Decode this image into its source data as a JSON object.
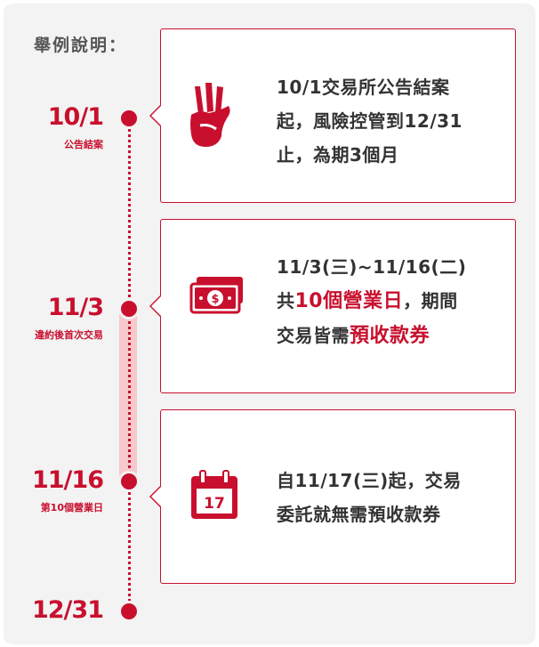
{
  "header": "舉例說明：",
  "timeline": [
    {
      "date": "10/1",
      "label": "公告結案"
    },
    {
      "date": "11/3",
      "label": "違約後首次交易"
    },
    {
      "date": "11/16",
      "label": "第10個營業日"
    },
    {
      "date": "12/31",
      "label": ""
    }
  ],
  "cards": {
    "c1": {
      "lines": [
        "10/1交易所公告結案",
        "起，風險控管到12/31",
        "止，為期",
        "3個月"
      ]
    },
    "c2": {
      "line1": "11/3(三)~11/16(二)",
      "line2_pre": "共",
      "line2_hl": "10個營業日",
      "line2_post": "，期間",
      "line3_pre": "交易皆需",
      "line3_hl": "預收款券"
    },
    "c3": {
      "line1": "自11/17(三)起，交易",
      "line2": "委託就無需預收款券",
      "calendar_day": "17"
    }
  },
  "icons": {
    "c1": "three-fingers-hand-icon",
    "c2": "cash-money-icon",
    "c3": "calendar-icon"
  },
  "colors": {
    "accent": "#c8102e",
    "band": "#f7c8cc",
    "panel": "#f3f3f3"
  }
}
